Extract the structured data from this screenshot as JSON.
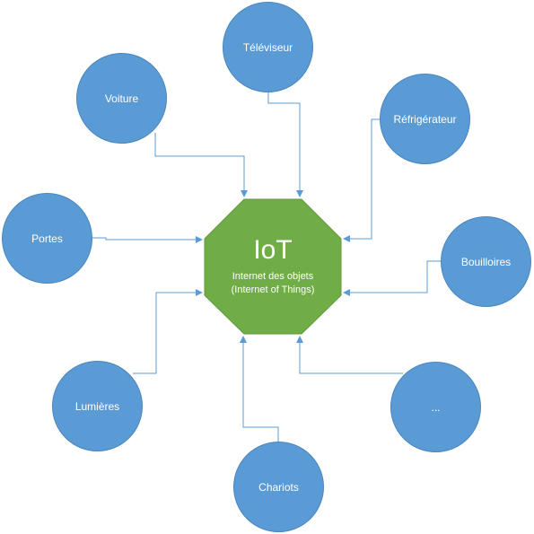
{
  "hub": {
    "title": "IoT",
    "subtitle_line1": "Internet des objets",
    "subtitle_line2": "(Internet of Things)"
  },
  "nodes": {
    "televiseur": "Téléviseur",
    "voiture": "Voiture",
    "refrigerateur": "Réfrigérateur",
    "portes": "Portes",
    "bouilloires": "Bouilloires",
    "lumieres": "Lumières",
    "etc": "...",
    "chariots": "Chariots"
  },
  "colors": {
    "node_fill": "#5b9bd5",
    "hub_fill": "#70ad47",
    "connector": "#5b9bd5"
  }
}
